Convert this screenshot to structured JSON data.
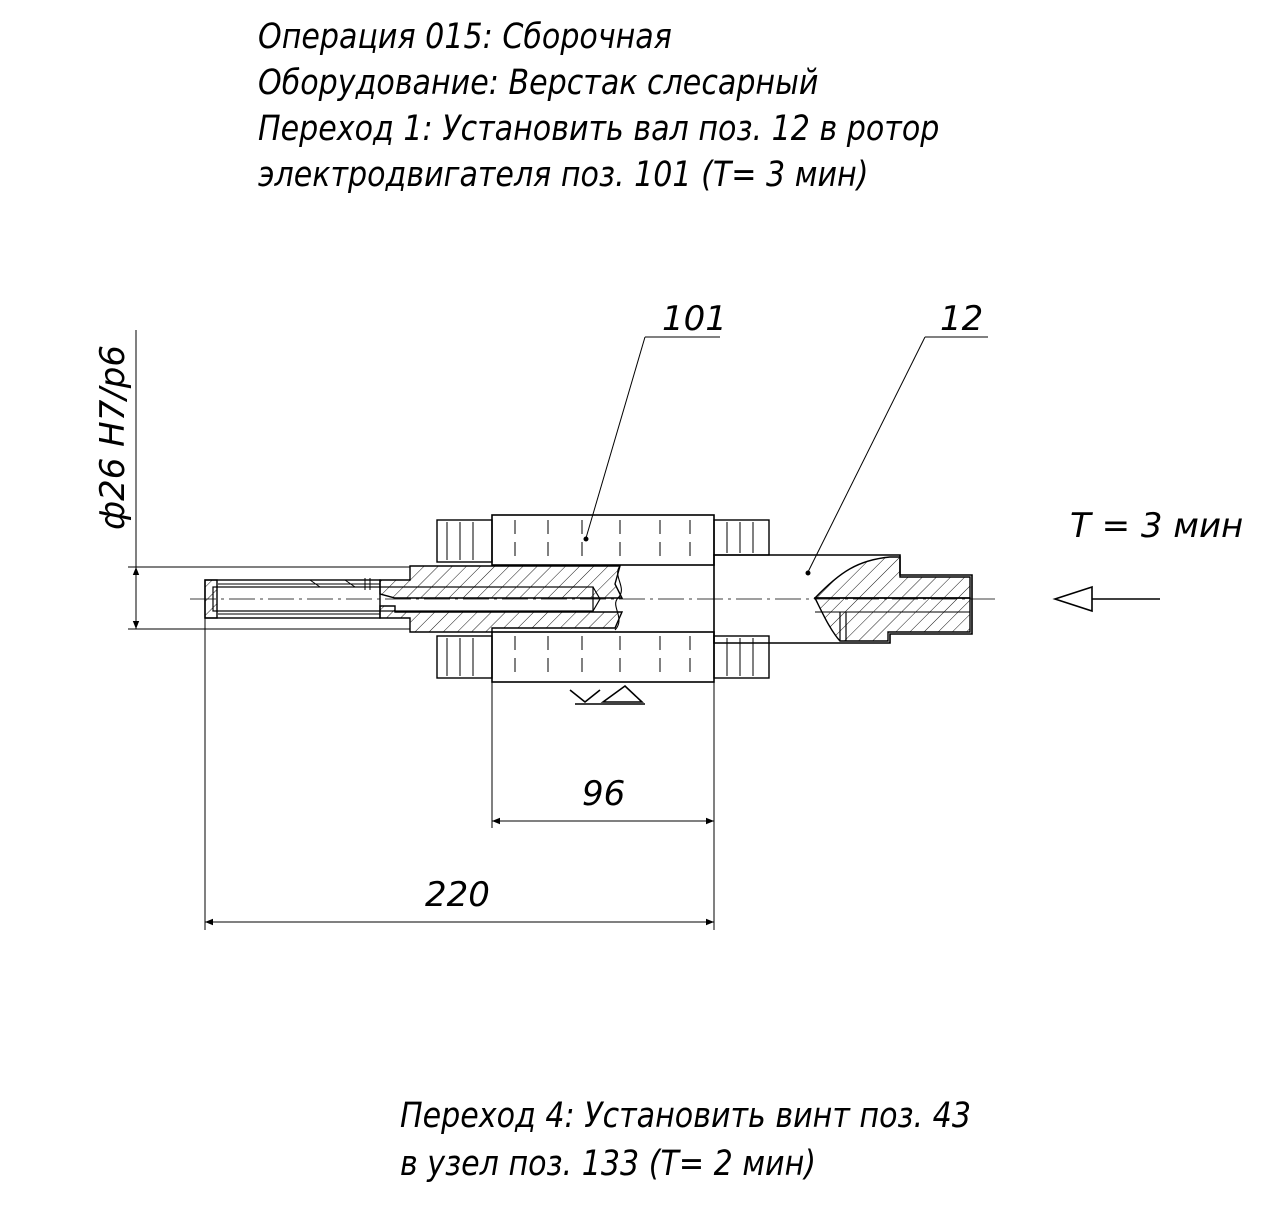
{
  "header": {
    "operation": "Операция 015: Сборочная",
    "equipment": "Оборудование: Верстак слесарный",
    "step_line1": "Переход 1: Установить вал поз. 12 в ротор",
    "step_line2": "электродвигателя поз. 101 (T= 3 мин)"
  },
  "drawing": {
    "fit_label": "ф26 H7/p6",
    "callout_rotor": "101",
    "callout_shaft": "12",
    "time_label": "T = 3 мин",
    "dim_rotor_length": "96",
    "dim_total_length": "220"
  },
  "footer": {
    "step_line1": "Переход 4: Установить винт поз. 43",
    "step_line2": "в узел поз. 133 (T= 2 мин)"
  }
}
